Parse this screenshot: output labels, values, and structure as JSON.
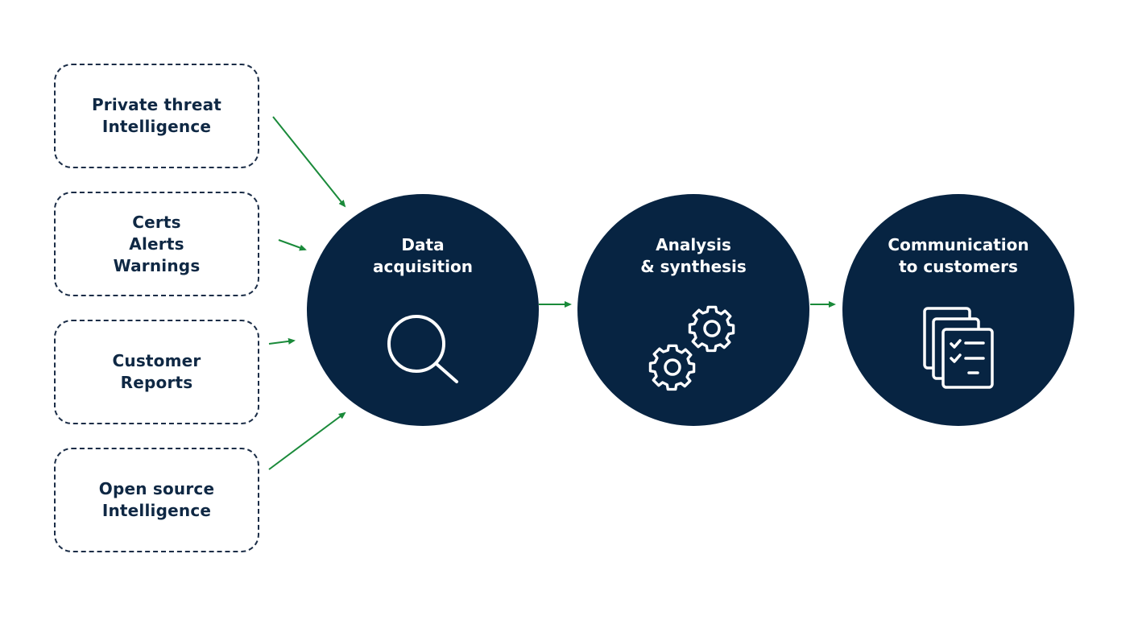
{
  "sources": [
    {
      "label": "Private threat\nIntelligence"
    },
    {
      "label": "Certs\nAlerts\nWarnings"
    },
    {
      "label": "Customer\nReports"
    },
    {
      "label": "Open source\nIntelligence"
    }
  ],
  "stages": [
    {
      "label": "Data\nacquisition",
      "icon": "magnifier-icon"
    },
    {
      "label": "Analysis\n& synthesis",
      "icon": "gears-icon"
    },
    {
      "label": "Communication\nto customers",
      "icon": "documents-checklist-icon"
    }
  ],
  "colors": {
    "circle": "#072442",
    "text": "#0f2844",
    "arrow": "#1a8a3a",
    "icon_stroke": "#ffffff"
  }
}
